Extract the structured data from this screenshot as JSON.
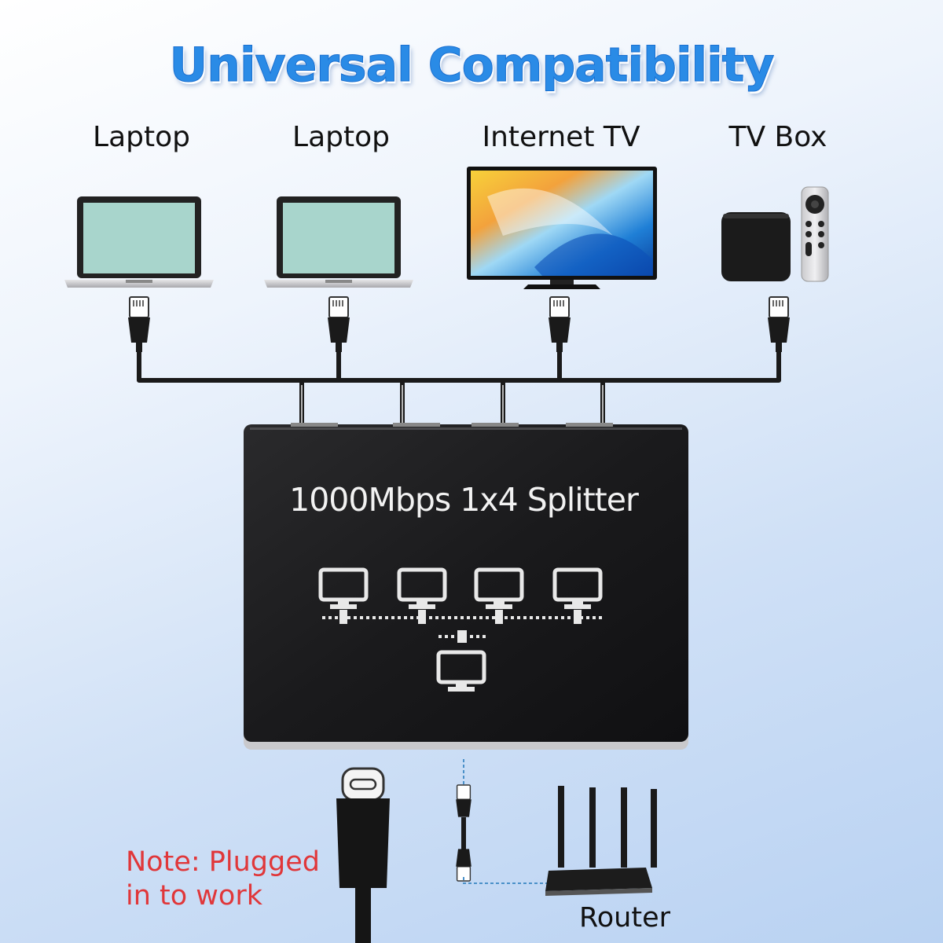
{
  "title": "Universal Compatibility",
  "devices": [
    {
      "label": "Laptop",
      "icon": "laptop-icon"
    },
    {
      "label": "Laptop",
      "icon": "laptop-icon"
    },
    {
      "label": "Internet TV",
      "icon": "tv-icon"
    },
    {
      "label": "TV Box",
      "icon": "tv-box-icon"
    }
  ],
  "splitter": {
    "label": "1000Mbps 1x4 Splitter"
  },
  "note": {
    "line1": "Note: Plugged",
    "line2": "in to work"
  },
  "router": {
    "label": "Router"
  },
  "colors": {
    "title": "#2a8be6",
    "note": "#e0373a",
    "splitter_body": "#1c1c1e"
  }
}
